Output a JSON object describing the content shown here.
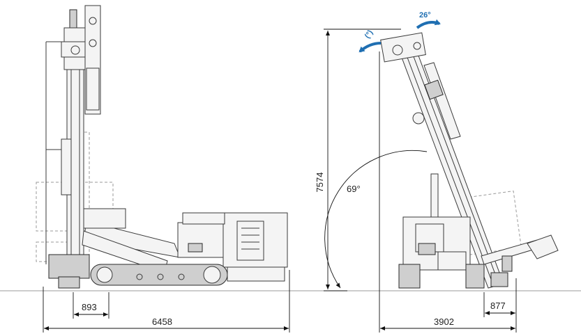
{
  "dimensions": {
    "front_width": "893",
    "overall_length": "6458",
    "height": "7574",
    "angle": "69°",
    "tilt_back": "(°)",
    "tilt_forward": "26°",
    "side_width": "3902",
    "side_offset": "877"
  },
  "colors": {
    "arrow": "#1f6fb2",
    "ground": "#9a9a9a",
    "machine_line": "#3a3a3a"
  },
  "icons": {
    "tilt_back_arrow": "curved-arrow-left-icon",
    "tilt_forward_arrow": "curved-arrow-right-icon"
  }
}
